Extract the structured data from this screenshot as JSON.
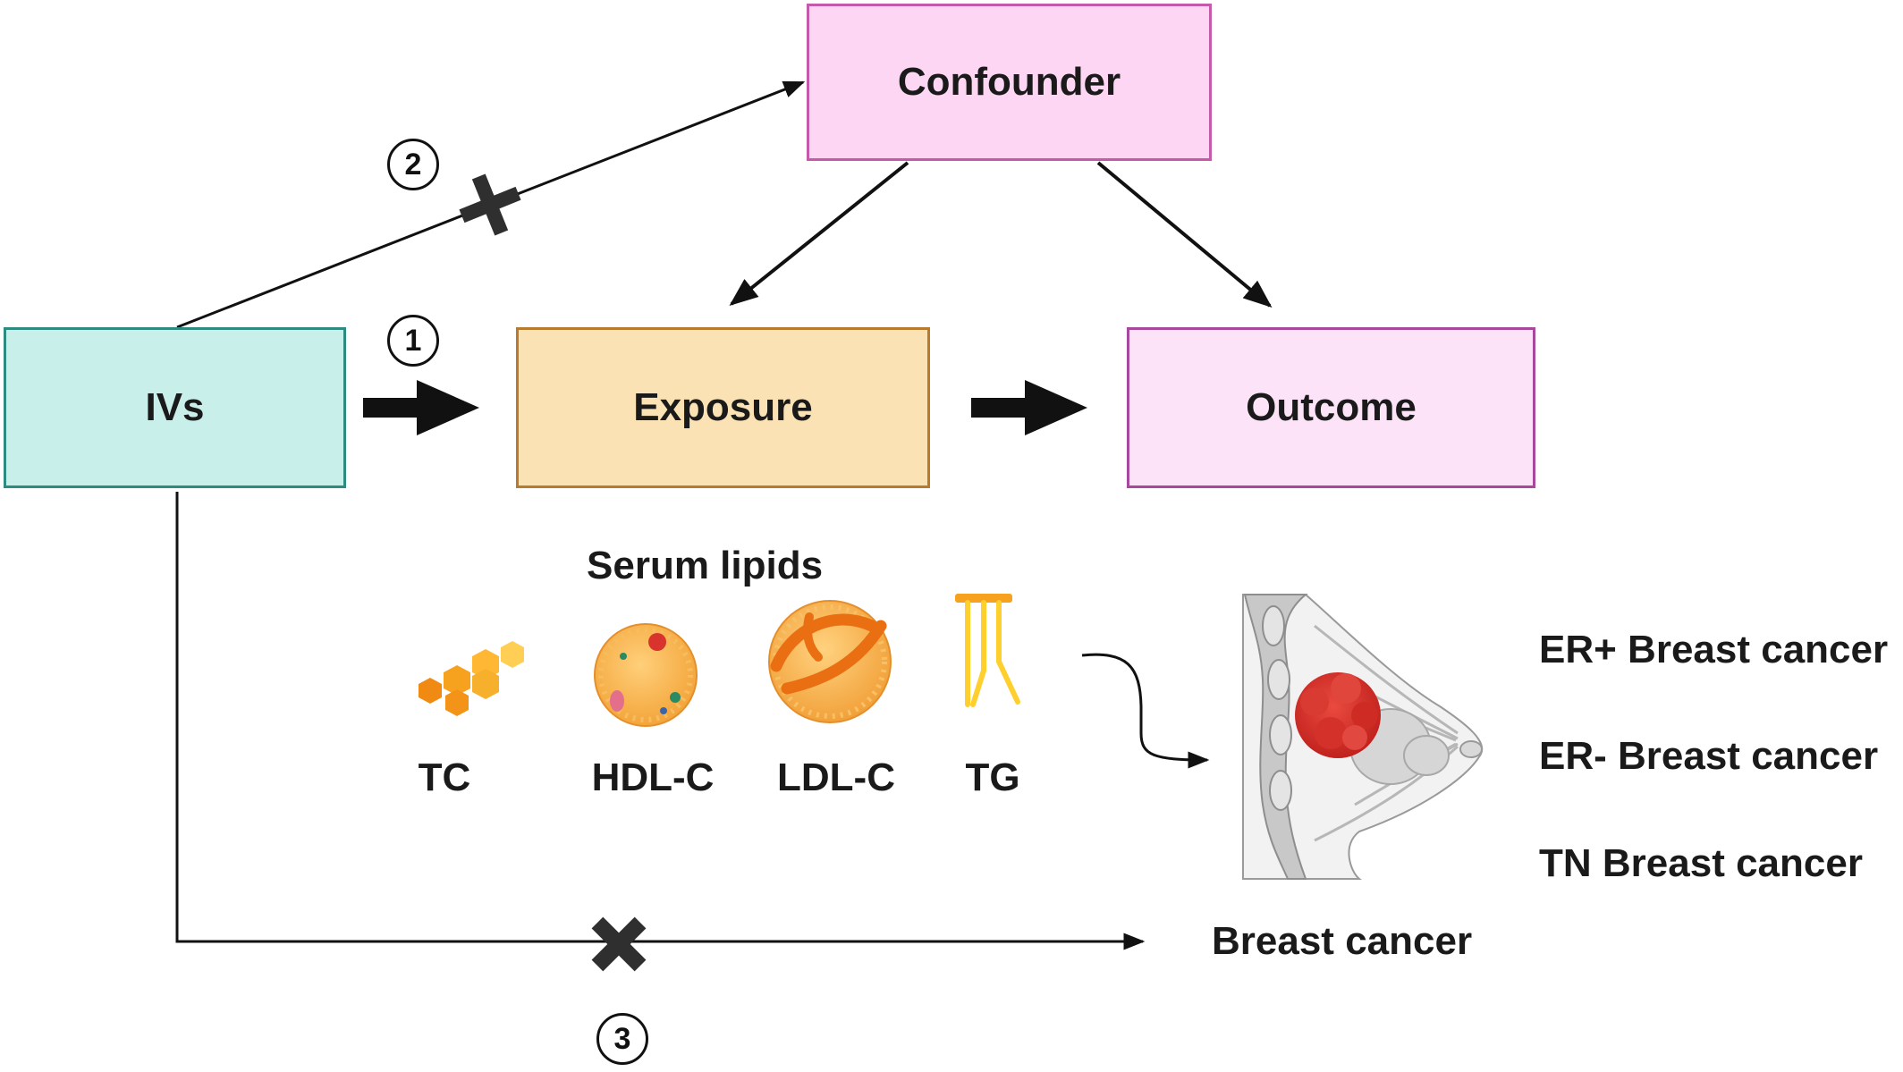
{
  "nodes": {
    "confounder": "Confounder",
    "ivs": "IVs",
    "exposure": "Exposure",
    "outcome": "Outcome"
  },
  "paths": {
    "one": "1",
    "two": "2",
    "three": "3"
  },
  "lipids": {
    "title": "Serum lipids",
    "items": [
      "TC",
      "HDL-C",
      "LDL-C",
      "TG"
    ]
  },
  "breast_cancer": {
    "label": "Breast cancer",
    "subtypes": [
      "ER+ Breast cancer",
      "ER- Breast cancer",
      "TN Breast cancer"
    ]
  },
  "colors": {
    "confounder_fill": "#fcd6f3",
    "ivs_fill": "#c9efea",
    "exposure_fill": "#fbe2b4",
    "outcome_fill": "#fce3f8",
    "lipid_orange": "#f39a1e",
    "tumor_red": "#d8332c"
  }
}
